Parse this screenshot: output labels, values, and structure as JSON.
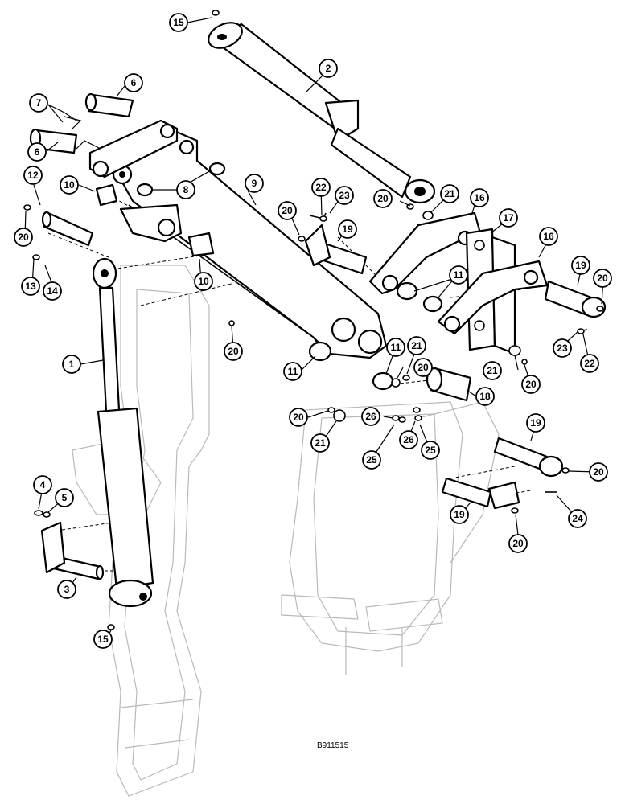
{
  "figure_id": "B911515",
  "callouts": [
    {
      "label": "15"
    },
    {
      "label": "2"
    },
    {
      "label": "6"
    },
    {
      "label": "7"
    },
    {
      "label": "6"
    },
    {
      "label": "8"
    },
    {
      "label": "9"
    },
    {
      "label": "10"
    },
    {
      "label": "12"
    },
    {
      "label": "20"
    },
    {
      "label": "13"
    },
    {
      "label": "14"
    },
    {
      "label": "10"
    },
    {
      "label": "22"
    },
    {
      "label": "23"
    },
    {
      "label": "20"
    },
    {
      "label": "21"
    },
    {
      "label": "16"
    },
    {
      "label": "17"
    },
    {
      "label": "16"
    },
    {
      "label": "20"
    },
    {
      "label": "19"
    },
    {
      "label": "11"
    },
    {
      "label": "19"
    },
    {
      "label": "20"
    },
    {
      "label": "23"
    },
    {
      "label": "22"
    },
    {
      "label": "20"
    },
    {
      "label": "1"
    },
    {
      "label": "11"
    },
    {
      "label": "11"
    },
    {
      "label": "21"
    },
    {
      "label": "20"
    },
    {
      "label": "18"
    },
    {
      "label": "21"
    },
    {
      "label": "20"
    },
    {
      "label": "20"
    },
    {
      "label": "26"
    },
    {
      "label": "26"
    },
    {
      "label": "25"
    },
    {
      "label": "25"
    },
    {
      "label": "21"
    },
    {
      "label": "19"
    },
    {
      "label": "20"
    },
    {
      "label": "24"
    },
    {
      "label": "19"
    },
    {
      "label": "20"
    },
    {
      "label": "4"
    },
    {
      "label": "5"
    },
    {
      "label": "3"
    },
    {
      "label": "15"
    }
  ]
}
